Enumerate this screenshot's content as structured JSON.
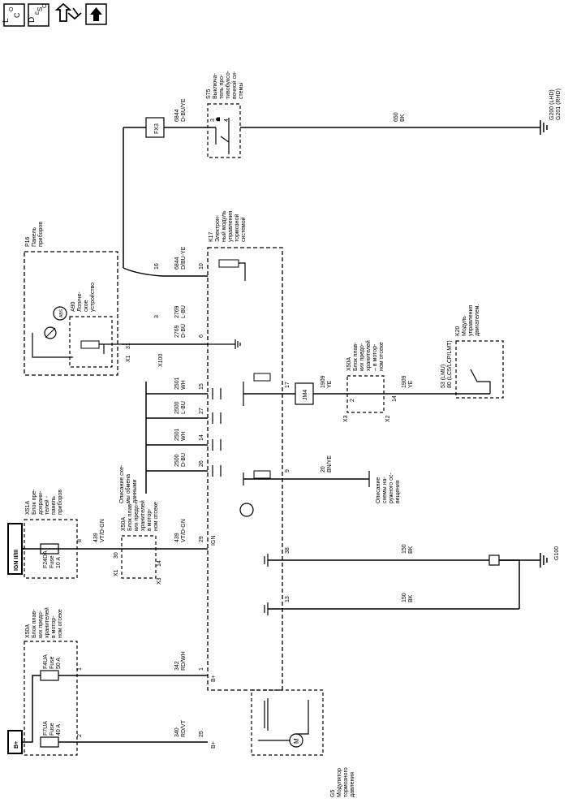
{
  "toolbar": {
    "loc_sub": "C",
    "loc_main": "L",
    "loc_sup": "O",
    "desc_main": "D",
    "desc_sup": "E",
    "desc_mid": "S",
    "desc_sub": "C"
  },
  "top_connector": {
    "s75_title": "S75",
    "s75_desc": [
      "Выключа-",
      "тель про-",
      "тивобуксо-",
      "вочной си-",
      "стемы"
    ],
    "fx3": "FX3",
    "wire_6844_a": "6844",
    "wire_6844_a_color": "D-BU/YE",
    "pin_3": "3",
    "pin_4": "4",
    "wire_650": "650",
    "wire_650_color": "BK",
    "ground_g200": "G200 (LHD)",
    "ground_g201": "G201 (RHD)"
  },
  "p16": {
    "title": "P16",
    "desc": [
      "Панель",
      "приборов"
    ],
    "x1": "X1",
    "a90_title": "A90",
    "a90_desc": [
      "Логиче-",
      "ское",
      "устройство"
    ],
    "abs": "ABS",
    "pin_31": "31",
    "pin_3": "3"
  },
  "k17": {
    "title": "K17",
    "desc": [
      "Электрон-",
      "ный модуль",
      "управления",
      "тормозной",
      "системой"
    ]
  },
  "wires_col1": {
    "w6844_b": "6844",
    "w6844_b_color": "D/BU-YE",
    "pin_16": "16",
    "pin_10": "10",
    "w2769_a": "2769",
    "w2769_a_color": "D-BU",
    "w2769_b": "2769",
    "w2769_b_color": "L-BU",
    "pin_6": "6",
    "x100": "X100"
  },
  "data_bus": {
    "desc": [
      "Описание схе-",
      "мы обмена",
      "данными"
    ],
    "w1": "2501",
    "w1c": "WH",
    "p1": "15",
    "w2": "2500",
    "w2c": "L-BU",
    "p2": "27",
    "w3": "2501",
    "w3c": "WH",
    "p3": "14",
    "w4": "2500",
    "w4c": "D-BU",
    "p4": "26"
  },
  "x50a_mid": {
    "title": "X50A",
    "desc": [
      "Блок плав-",
      "ких предо-",
      "хранителей",
      "– в мотор-",
      "ном отсеке"
    ],
    "x3": "X3",
    "x2": "X2",
    "pin_2": "2",
    "pin_14": "14"
  },
  "w1909": {
    "w1": "1909",
    "w1c": "YE",
    "w2": "1909",
    "w2c": "YE",
    "jm4": "JM4",
    "pin_17": "17"
  },
  "k20": {
    "title": "K20",
    "desc": [
      "Модуль",
      "управления",
      "двигателем."
    ],
    "w53": "53 (LMU)",
    "w80": "80 (LC5/LCP/LMT)"
  },
  "brake_light": {
    "pin_9": "9",
    "wire": "20",
    "wire_color": "BN/YE",
    "desc": [
      "Описание",
      "схемы на-",
      "ружного ос-",
      "вещения"
    ]
  },
  "x51a": {
    "title": "X51A",
    "desc": [
      "Блок пре-",
      "дохрани-",
      "телей -",
      "панель",
      "приборов"
    ],
    "fuse": "F24DA",
    "fuse_word": "Fuse",
    "amp": "10 A",
    "pin_8": "8",
    "w439": "439",
    "w439c": "VT/D-GN"
  },
  "x50a_ign": {
    "title": "X50A",
    "desc": [
      "Блок плав-",
      "ких предо-",
      "хранителей",
      "в мотор-",
      "ном отсеке"
    ],
    "x1": "X1",
    "x3": "X3",
    "pin_30": "30",
    "pin_14": "14",
    "w439": "439",
    "w439c": "VT/D-GN",
    "pin_29": "29",
    "ign": "IGN",
    "ign_label": "IGN II/III"
  },
  "grounds": {
    "pin_38": "38",
    "pin_13": "13",
    "w150a": "150",
    "w150ac": "BK",
    "w150b": "150",
    "w150bc": "BK",
    "g100": "G100"
  },
  "x50a_bat": {
    "title": "X50A",
    "desc": [
      "Блок плав-",
      "ких предо-",
      "хранителей",
      "в мотор-",
      "ном отсеке"
    ],
    "fuse1": "F4UA",
    "fuse1_word": "Fuse",
    "amp1": "50 A",
    "pin_1": "1",
    "fuse2": "F7UA",
    "fuse2_word": "Fuse",
    "amp2": "40 A",
    "pin_2": "2",
    "w342": "342",
    "w342c": "RD/WH",
    "pin_1b": "1",
    "bplus1": "B+",
    "w340": "340",
    "w340c": "RD/VT",
    "pin_25": "25",
    "bplus2": "B+",
    "bplus_label": "B+"
  },
  "g5": {
    "title": "G5",
    "desc": [
      "Модулятор",
      "тормозного",
      "давления"
    ],
    "motor": "M"
  }
}
